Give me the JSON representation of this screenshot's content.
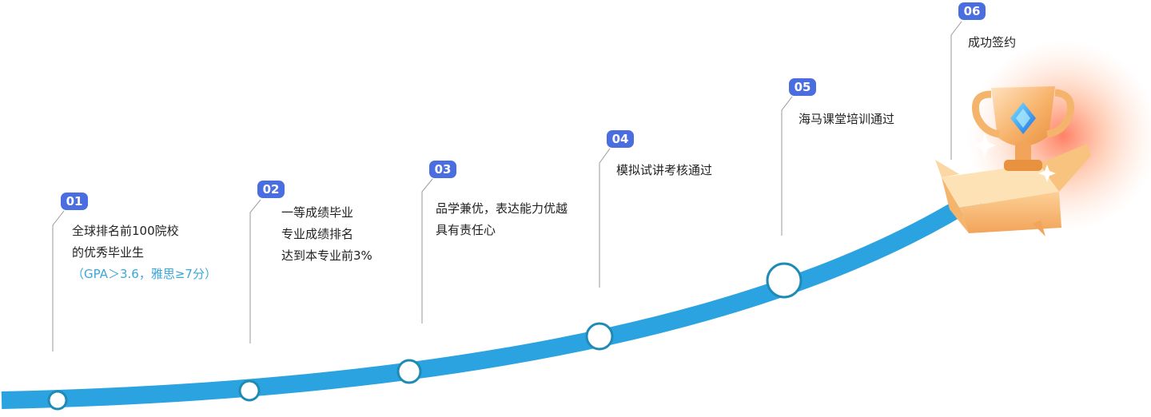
{
  "colors": {
    "path": "#2aa3e0",
    "node_ring": "#1f8bb4",
    "badge": "#4a6ee0",
    "note": "#3aa7d8",
    "connector": "#9a9a9a"
  },
  "steps": [
    {
      "number": "01",
      "lines": [
        "全球排名前100院校",
        "的优秀毕业生"
      ],
      "note": "（GPA＞3.6，雅思≥7分）"
    },
    {
      "number": "02",
      "lines": [
        "一等成绩毕业",
        "专业成绩排名",
        "达到本专业前3%"
      ]
    },
    {
      "number": "03",
      "lines": [
        "品学兼优，表达能力优越",
        "具有责任心"
      ]
    },
    {
      "number": "04",
      "lines": [
        "模拟试讲考核通过"
      ]
    },
    {
      "number": "05",
      "lines": [
        "海马课堂培训通过"
      ]
    },
    {
      "number": "06",
      "lines": [
        "成功签约"
      ]
    }
  ]
}
